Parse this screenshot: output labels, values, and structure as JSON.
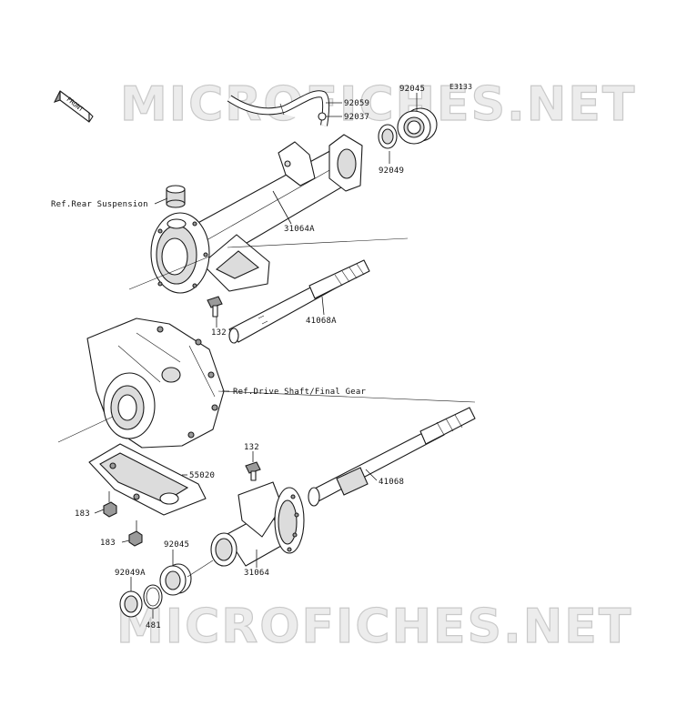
{
  "diagram": {
    "code": "E3133",
    "front_badge": "FRONT",
    "watermark_top": "MICROFICHES.NET",
    "watermark_bottom": "MICROFICHES.NET"
  },
  "callouts": {
    "p92059": "92059",
    "p92037": "92037",
    "p92045_top": "92045",
    "p92049_top": "92049",
    "ref_rear_suspension": "Ref.Rear Suspension",
    "p31064A": "31064A",
    "p41068A": "41068A",
    "p132_top": "132",
    "ref_drive_shaft": "Ref.Drive Shaft/Final Gear",
    "p132_mid": "132",
    "p41068": "41068",
    "p55020": "55020",
    "p183_a": "183",
    "p183_b": "183",
    "p92045_bottom": "92045",
    "p31064": "31064",
    "p92049A": "92049A",
    "p481": "481"
  }
}
